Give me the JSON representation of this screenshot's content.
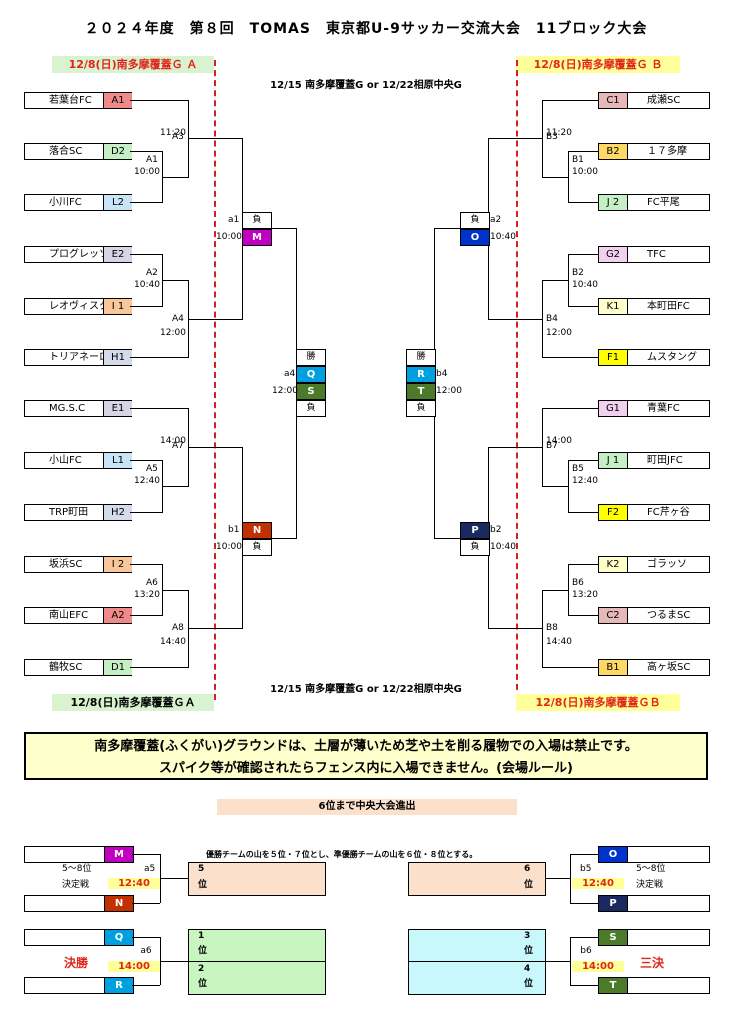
{
  "title": "２０２４年度　第８回　TOMAS　東京都U-9サッカー交流大会　11ブロック大会",
  "venue_a": "12/8(日)南多摩覆蓋Ｇ Ａ",
  "venue_b": "12/8(日)南多摩覆蓋Ｇ Ｂ",
  "venue_a_bottom": "12/8(日)南多摩覆蓋ＧＡ",
  "venue_b_bottom": "12/8(日)南多摩覆蓋ＧＢ",
  "center_venue": "12/15 南多摩覆蓋G or 12/22相原中央G",
  "left_teams": [
    {
      "name": "若葉台FC",
      "code": "A1",
      "color": "#f08a8a"
    },
    {
      "name": "落合SC",
      "code": "D2",
      "color": "#c6efc6"
    },
    {
      "name": "小川FC",
      "code": "L2",
      "color": "#c9e3f7"
    },
    {
      "name": "プログレッソ",
      "code": "E2",
      "color": "#d8d4e6"
    },
    {
      "name": "レオヴィスタ",
      "code": "I 1",
      "color": "#f9c79a"
    },
    {
      "name": "トリアネーロ",
      "code": "H1",
      "color": "#d4dceb"
    },
    {
      "name": "MG.S.C",
      "code": "E1",
      "color": "#d8d4e6"
    },
    {
      "name": "小山FC",
      "code": "L1",
      "color": "#c9e3f7"
    },
    {
      "name": "TRP町田",
      "code": "H2",
      "color": "#d4dceb"
    },
    {
      "name": "坂浜SC",
      "code": "I 2",
      "color": "#f9c79a"
    },
    {
      "name": "南山EFC",
      "code": "A2",
      "color": "#f08a8a"
    },
    {
      "name": "鶴牧SC",
      "code": "D1",
      "color": "#c6efc6"
    }
  ],
  "right_teams": [
    {
      "name": "成瀬SC",
      "code": "C1",
      "color": "#e6b8b8"
    },
    {
      "name": "１７多摩",
      "code": "B2",
      "color": "#ffd966"
    },
    {
      "name": "FC平尾",
      "code": "J 2",
      "color": "#c6efc6"
    },
    {
      "name": "TFC",
      "code": "G2",
      "color": "#f2d0f0"
    },
    {
      "name": "本町田FC",
      "code": "K1",
      "color": "#ffffcc"
    },
    {
      "name": "ムスタング",
      "code": "F1",
      "color": "#ffff00"
    },
    {
      "name": "青葉FC",
      "code": "G1",
      "color": "#f2d0f0"
    },
    {
      "name": "町田JFC",
      "code": "J 1",
      "color": "#c6efc6"
    },
    {
      "name": "FC芹ヶ谷",
      "code": "F2",
      "color": "#ffff00"
    },
    {
      "name": "ゴラッソ",
      "code": "K2",
      "color": "#ffffcc"
    },
    {
      "name": "つるまSC",
      "code": "C2",
      "color": "#e6b8b8"
    },
    {
      "name": "高ヶ坂SC",
      "code": "B1",
      "color": "#ffd966"
    }
  ],
  "matches": {
    "A3": "A3",
    "A1": "A1",
    "A2": "A2",
    "A4": "A4",
    "A7": "A7",
    "A5": "A5",
    "A6": "A6",
    "A8": "A8",
    "B3": "B3",
    "B1": "B1",
    "B2": "B2",
    "B4": "B4",
    "B7": "B7",
    "B5": "B5",
    "B6": "B6",
    "B8": "B8",
    "a1": "a1",
    "a2": "a2",
    "b1": "b1",
    "b2": "b2",
    "a4": "a4",
    "b4": "b4"
  },
  "times": {
    "t1120": "11:20",
    "t1000": "10:00",
    "t1040": "10:40",
    "t1200": "12:00",
    "t1400": "14:00",
    "t1240": "12:40",
    "t1320": "13:20",
    "t1440": "14:40"
  },
  "labels": {
    "lose": "負",
    "win": "勝"
  },
  "bracket_codes": {
    "M": "M",
    "O": "O",
    "Q": "Q",
    "S": "S",
    "R": "R",
    "T": "T",
    "N": "N",
    "P": "P"
  },
  "colors": {
    "M": "#c000c0",
    "O": "#0033cc",
    "Q": "#00a0e0",
    "S": "#4a7a2a",
    "R": "#00a0e0",
    "T": "#4a7a2a",
    "N": "#c03000",
    "P": "#1a2a60"
  },
  "notice_line1": "南多摩覆蓋(ふくがい)グラウンドは、土層が薄いため芝や土を削る履物での入場は禁止です。",
  "notice_line2": "スパイク等が確認されたらフェンス内に入場できません。(会場ルール)",
  "advance": "6位まで中央大会進出",
  "ranking_note": "優勝チームの山を５位・７位とし、準優勝チームの山を６位・８位とする。",
  "place58": "5～8位",
  "deciding": "決定戦",
  "a5": "a5",
  "b5": "b5",
  "a6": "a6",
  "b6": "b6",
  "final": "決勝",
  "third": "三決",
  "num5": "5",
  "num6": "6",
  "num1": "1",
  "num2": "2",
  "num3": "3",
  "num4": "4",
  "pos": "位"
}
